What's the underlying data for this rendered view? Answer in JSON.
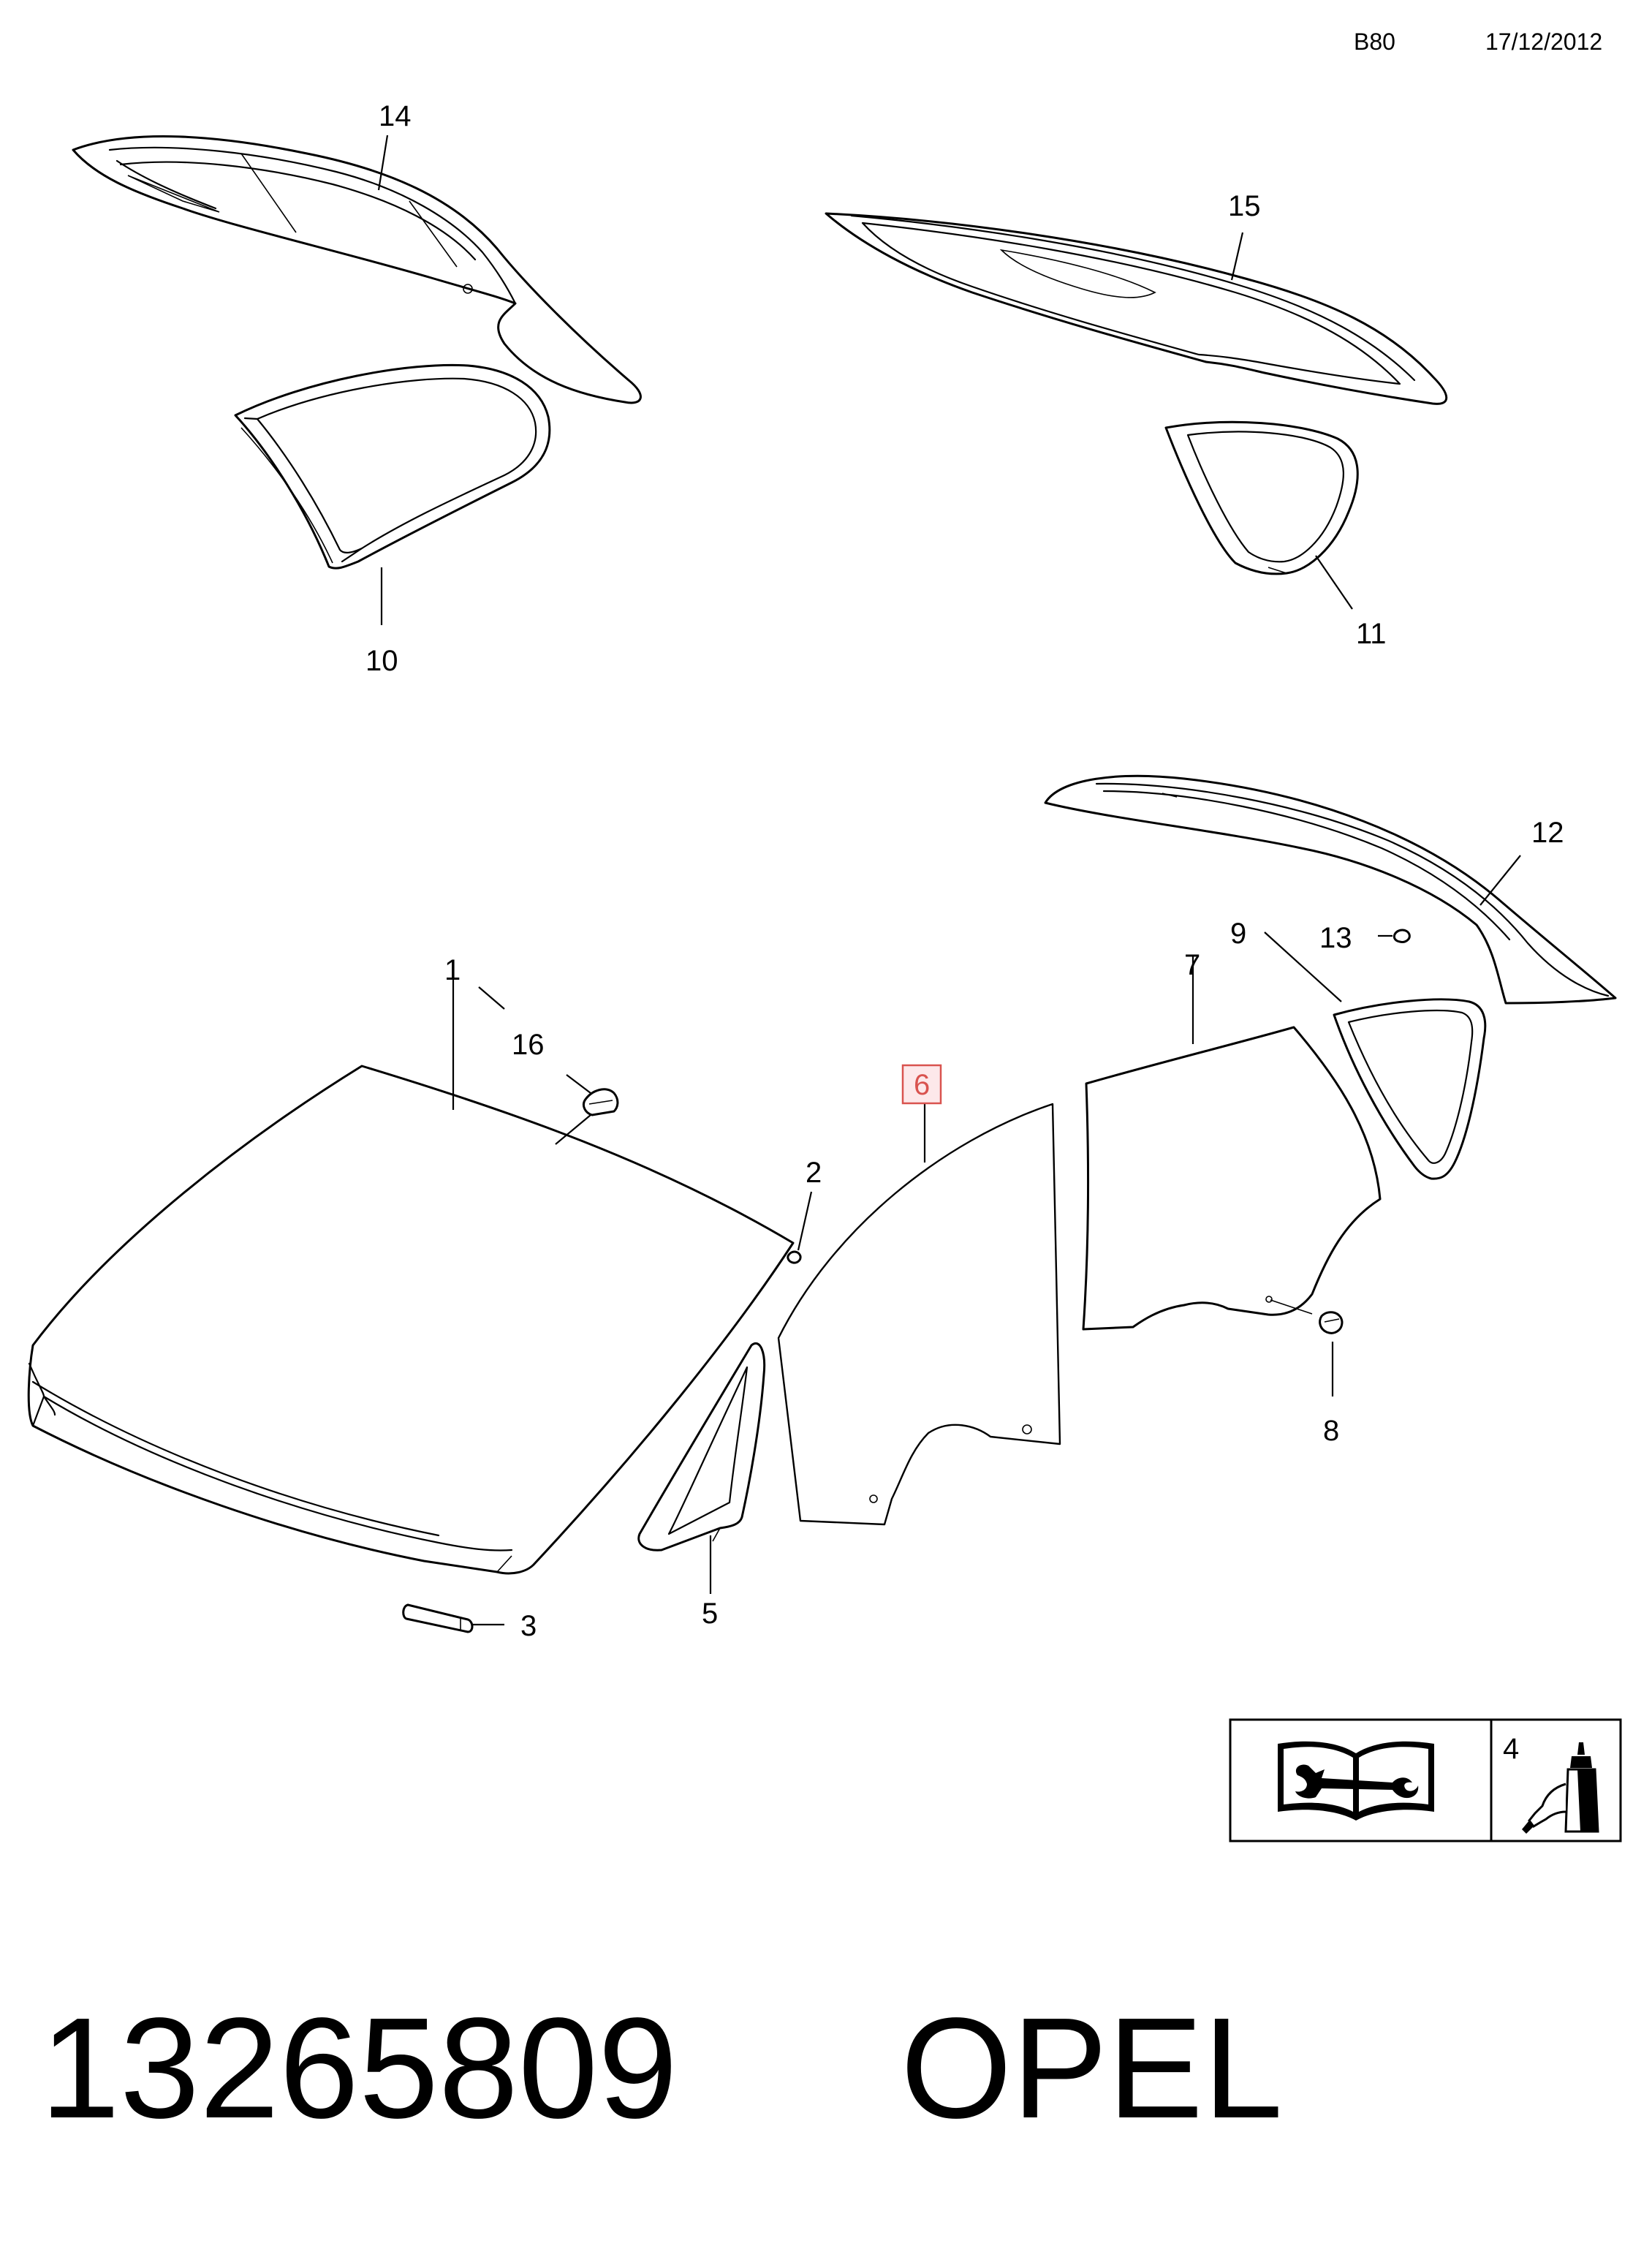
{
  "header": {
    "code": "B80",
    "date": "17/12/2012"
  },
  "callouts": {
    "c1": "1",
    "c2": "2",
    "c3": "3",
    "c4": "4",
    "c5": "5",
    "c6": "6",
    "c7": "7",
    "c8": "8",
    "c9": "9",
    "c10": "10",
    "c11": "11",
    "c12": "12",
    "c13": "13",
    "c14": "14",
    "c15": "15",
    "c16": "16"
  },
  "highlight": {
    "callout": "6",
    "color": "#d9534f"
  },
  "legend": {
    "manual_icon": "service-manual-wrench-icon",
    "adhesive_icon": "adhesive-bottle-icon"
  },
  "footer": {
    "part_number": "13265809",
    "brand": "OPEL"
  }
}
